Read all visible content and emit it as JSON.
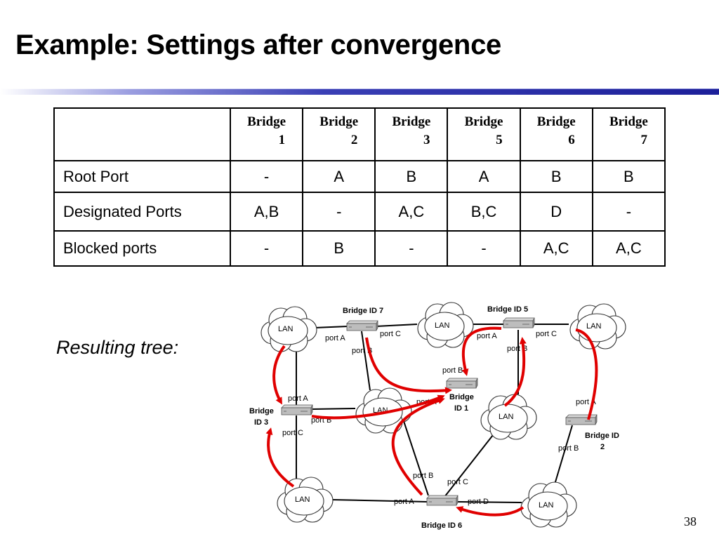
{
  "slide": {
    "title": "Example: Settings after convergence",
    "resulting_label": "Resulting tree:",
    "page_number": "38"
  },
  "table": {
    "columns": [
      {
        "word": "Bridge",
        "num": "1"
      },
      {
        "word": "Bridge",
        "num": "2"
      },
      {
        "word": "Bridge",
        "num": "3"
      },
      {
        "word": "Bridge",
        "num": "5"
      },
      {
        "word": "Bridge",
        "num": "6"
      },
      {
        "word": "Bridge",
        "num": "7"
      }
    ],
    "rows": [
      {
        "label": "Root Port",
        "values": [
          "-",
          "A",
          "B",
          "A",
          "B",
          "B"
        ]
      },
      {
        "label": "Designated Ports",
        "values": [
          "A,B",
          "-",
          "A,C",
          "B,C",
          "D",
          "-"
        ]
      },
      {
        "label": "Blocked ports",
        "values": [
          "-",
          "B",
          "-",
          "-",
          "A,C",
          "A,C"
        ]
      }
    ]
  },
  "diagram": {
    "lan_label": "LAN",
    "bridges": {
      "b1": {
        "line1": "Bridge",
        "line2": "ID 1"
      },
      "b2": {
        "line1": "Bridge ID",
        "line2": "2"
      },
      "b3": {
        "line1": "Bridge",
        "line2": "ID 3"
      },
      "b5": {
        "label": "Bridge ID 5"
      },
      "b6": {
        "label": "Bridge ID 6"
      },
      "b7": {
        "label": "Bridge ID 7"
      }
    },
    "ports": {
      "b7_a": "port A",
      "b7_c": "port C",
      "b7_b": "port B",
      "b5_a": "port A",
      "b5_c": "port C",
      "b5_b": "port B",
      "b1_b": "port B",
      "b1_a": "port A",
      "b3_a": "port A",
      "b3_b": "port B",
      "b3_c": "port C",
      "b2_a": "port A",
      "b2_b": "port B",
      "b6_b": "port B",
      "b6_c": "port C",
      "b6_a": "port A",
      "b6_d": "port D"
    }
  }
}
